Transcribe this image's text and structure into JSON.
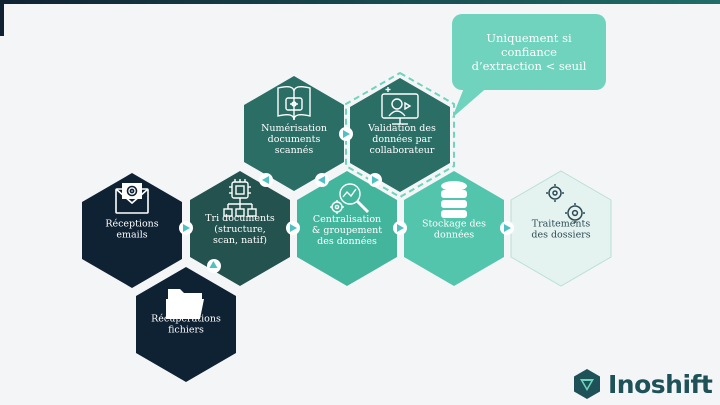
{
  "colors": {
    "dark_navy": "#0f2233",
    "dark_teal": "#23524f",
    "mid_teal": "#2f8a7e",
    "light_teal": "#54c5ad",
    "pale_teal": "#e4f3ef",
    "highlight": "#6fd3bd",
    "arrow": "#4fc1c4",
    "brand": "#1f5258"
  },
  "nodes": [
    {
      "id": "receptions",
      "label": "Réceptions\nemails",
      "icon": "envelope-at-icon"
    },
    {
      "id": "recuperations",
      "label": "Récupérations\nfichiers",
      "icon": "folder-icon"
    },
    {
      "id": "tri",
      "label": "Tri documents\n(structure,\nscan, natif)",
      "icon": "chip-tree-icon"
    },
    {
      "id": "numerisation",
      "label": "Numérisation\ndocuments\nscannés",
      "icon": "scanned-book-icon"
    },
    {
      "id": "validation",
      "label": "Validation des\ndonnées par\ncollaborateur",
      "icon": "monitor-user-icon"
    },
    {
      "id": "centralisation",
      "label": "Centralisation\n& groupement\ndes données",
      "icon": "magnifier-gear-icon"
    },
    {
      "id": "stockage",
      "label": "Stockage des\ndonnées",
      "icon": "database-icon"
    },
    {
      "id": "traitements",
      "label": "Traitements\ndes dossiers",
      "icon": "gears-icon"
    }
  ],
  "callout": {
    "text": "Uniquement si\nconfiance\nd’extraction < seuil"
  },
  "brand": {
    "name": "Inoshift",
    "icon": "inoshift-logo-icon"
  }
}
